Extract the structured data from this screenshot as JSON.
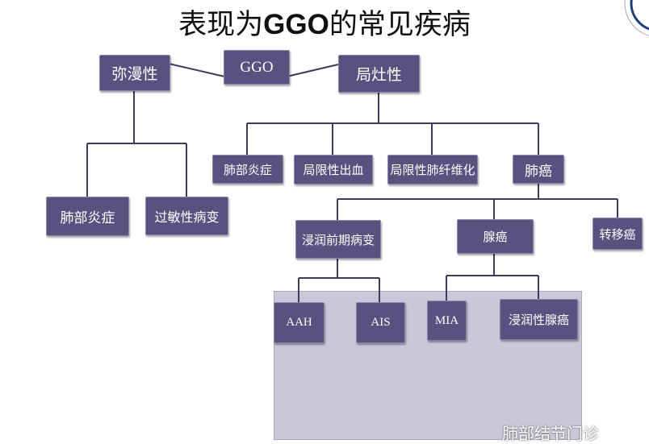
{
  "title_pre": "表现为",
  "title_bold": "GGO",
  "title_post": "的常见疾病",
  "root": "GGO",
  "diffuse": {
    "label": "弥漫性",
    "children": [
      "肺部炎症",
      "过敏性病变"
    ]
  },
  "focal": {
    "label": "局灶性",
    "children": [
      "肺部炎症",
      "局限性出血",
      "局限性肺纤维化",
      "肺癌"
    ]
  },
  "lung_cancer": {
    "children": [
      "浸润前期病变",
      "腺癌",
      "转移癌"
    ]
  },
  "preinvasive": {
    "children": [
      "AAH",
      "AIS"
    ]
  },
  "adeno": {
    "children": [
      "MIA",
      "浸润性腺癌"
    ]
  },
  "watermark": "肺部结节门诊",
  "colors": {
    "box": "#57527f",
    "panel": "#c9c8d9"
  }
}
